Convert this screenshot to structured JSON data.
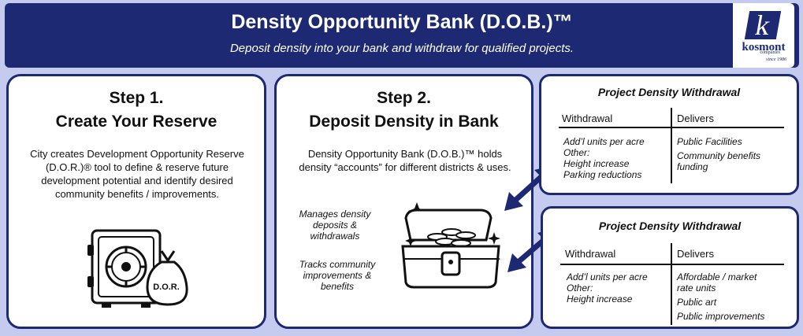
{
  "banner": {
    "title": "Density Opportunity Bank (D.O.B.)™",
    "subtitle": "Deposit density into your bank and withdraw for qualified projects."
  },
  "logo": {
    "name": "kosmont",
    "tagline": "companies",
    "since": "since 1986"
  },
  "step1": {
    "title_line1": "Step 1.",
    "title_line2": "Create Your Reserve",
    "body": "City creates Development Opportunity Reserve (D.O.R.)® tool to define & reserve future development potential and identify desired community benefits / improvements.",
    "bag_label": "D.O.R."
  },
  "step2": {
    "title_line1": "Step 2.",
    "title_line2": "Deposit Density in Bank",
    "body": "Density Opportunity Bank (D.O.B.)™ holds density “accounts” for different districts & uses.",
    "note1": "Manages density deposits & withdrawals",
    "note2": "Tracks community improvements & benefits"
  },
  "withdrawals": [
    {
      "title": "Project Density Withdrawal",
      "col1": "Withdrawal",
      "col2": "Delivers",
      "left": [
        "Add’l units per acre",
        "Other:",
        "Height increase",
        "Parking reductions"
      ],
      "right": [
        "Public Facilities",
        "Community benefits funding"
      ]
    },
    {
      "title": "Project Density Withdrawal",
      "col1": "Withdrawal",
      "col2": "Delivers",
      "left": [
        "Add’l units per acre",
        "Other:",
        "Height increase"
      ],
      "right": [
        "Affordable / market rate units",
        "Public art",
        "Public improvements"
      ]
    }
  ],
  "colors": {
    "navy": "#1d2a73",
    "background": "#c5cbee"
  }
}
